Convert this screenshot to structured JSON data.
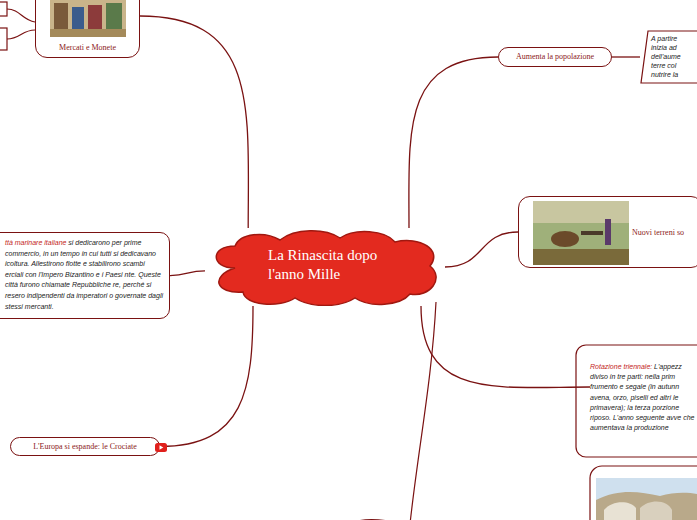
{
  "diagram": {
    "nodes": [
      {
        "text": [
          "La Rinascita dopo l'anno Mille"
        ]
      },
      {
        "text": [
          "Mercati e Monete"
        ]
      },
      {
        "text": [
          "Aumenta la popolazione"
        ]
      },
      {
        "text": [
          "A partire inizia ad dell'aume terre col nutrire la"
        ]
      },
      {
        "text": [
          "Nuovi terreni so"
        ]
      },
      {
        "text": [
          "Rotazione triennale:",
          "L'appezz diviso in tre parti: nella prim frumento e segale (in autunn avena, orzo, piselli ed altri le primavera); la terza porzione riposo. L'anno seguente avve che aumentava la produzione"
        ]
      },
      {
        "text": [
          "L'Europa si espande: le Crociate"
        ]
      },
      {
        "text": [
          "ttà marinare italiane",
          "si dedicarono per prime commercio, in un tempo in cui tutti si dedicavano icoltura. Allestirono flotte e stabilirono scambi erciali con l'Impero Bizantino e i Paesi nte. Queste città furono chiamate Repubbliche re, perché si resero indipendenti da imperatori o governate dagli stessi mercanti."
        ]
      }
    ],
    "edges": [
      {
        "from": 0,
        "to": 1,
        "arrow": "none"
      },
      {
        "from": 0,
        "to": 2,
        "arrow": "none"
      },
      {
        "from": 2,
        "to": 3,
        "arrow": "none"
      },
      {
        "from": 0,
        "to": 4,
        "arrow": "none"
      },
      {
        "from": 0,
        "to": 5,
        "arrow": "none"
      },
      {
        "from": 0,
        "to": 6,
        "arrow": "none"
      },
      {
        "from": 0,
        "to": 7,
        "arrow": "none"
      }
    ]
  }
}
